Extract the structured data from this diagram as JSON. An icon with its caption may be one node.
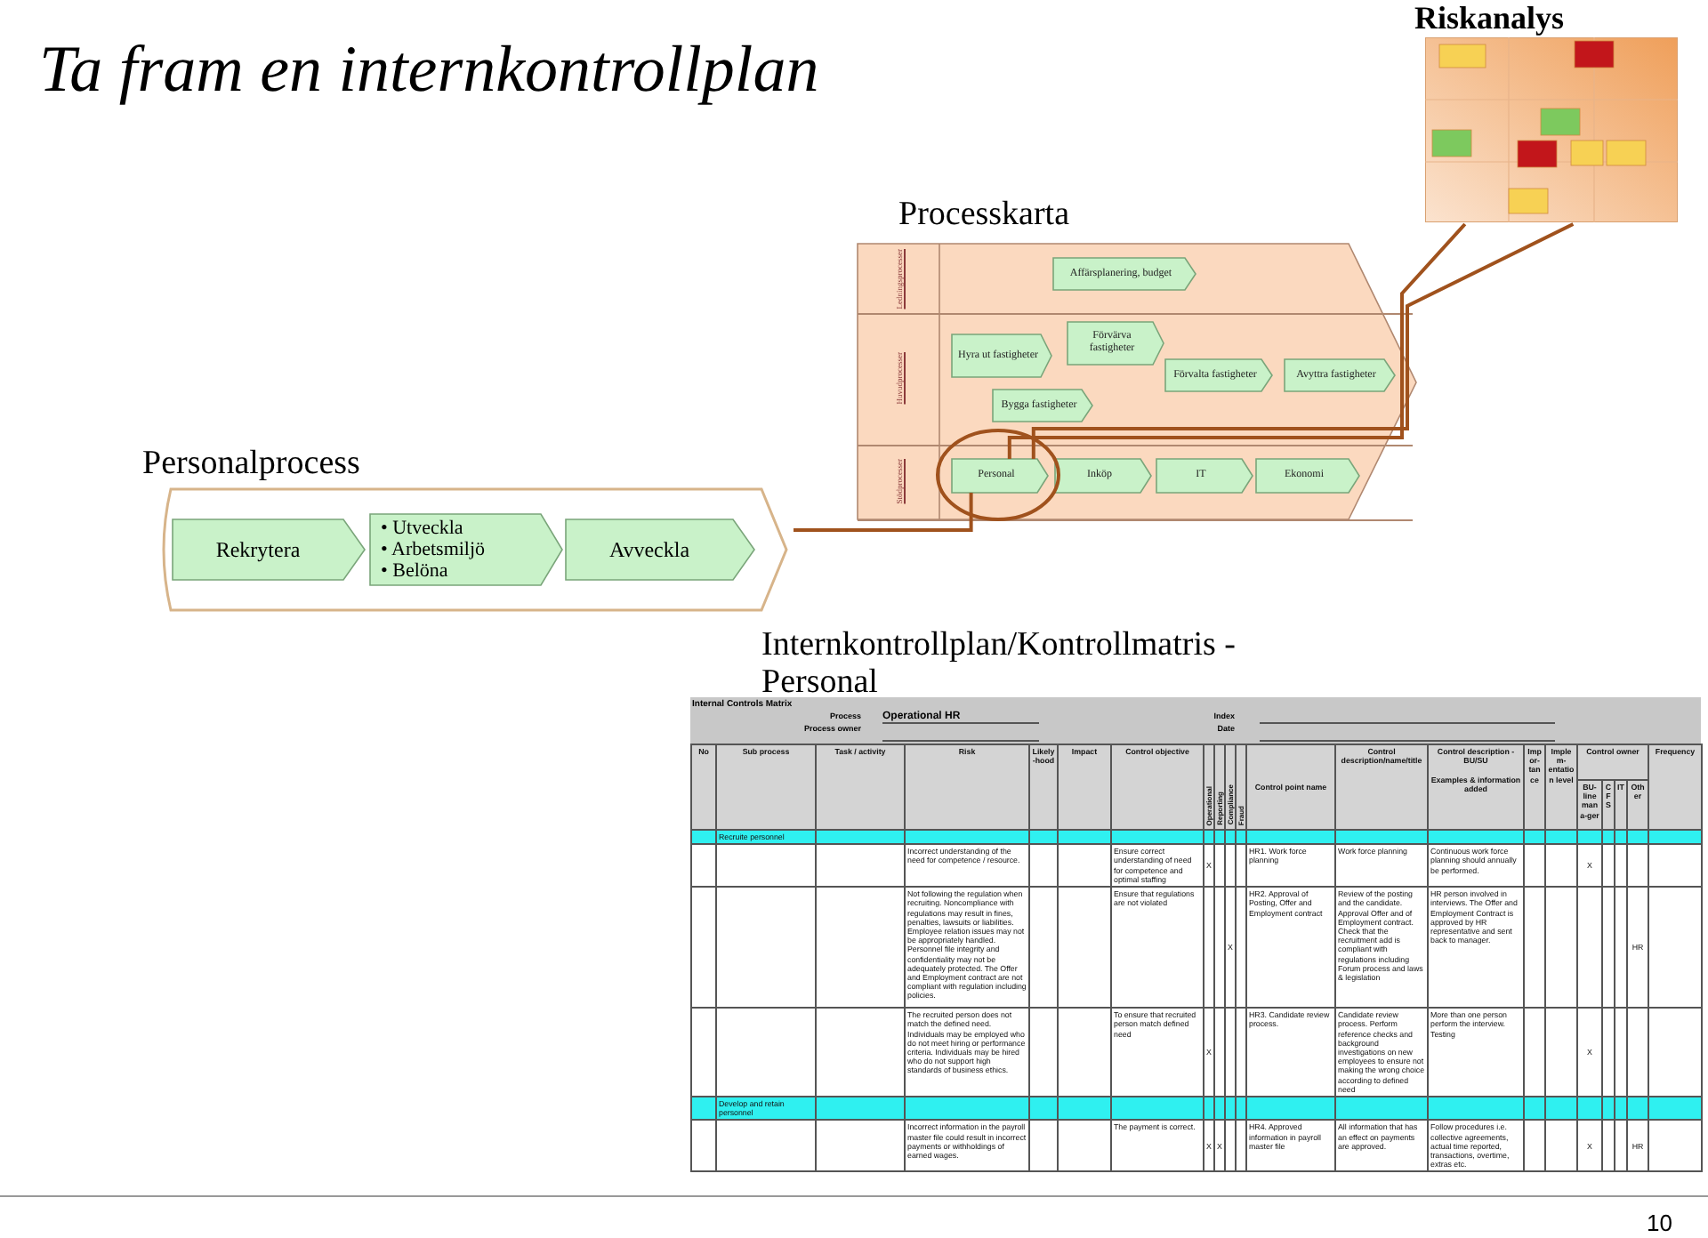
{
  "diagram": {
    "title": "Ta fram en internkontrollplan",
    "nodes": [
      {
        "text": [
          "Riskanalys"
        ]
      },
      {
        "text": [
          "Processkarta"
        ]
      },
      {
        "text": [
          "Ledningsprocesser"
        ],
        "in": 1
      },
      {
        "text": [
          "Affärsplanering, budget"
        ],
        "in": 2
      },
      {
        "text": [
          "Huvudprocesser"
        ],
        "in": 1
      },
      {
        "text": [
          "Hyra ut fastigheter"
        ],
        "in": 4
      },
      {
        "text": [
          "Förvärva fastigheter"
        ],
        "in": 4
      },
      {
        "text": [
          "Bygga fastigheter"
        ],
        "in": 4
      },
      {
        "text": [
          "Förvalta fastigheter"
        ],
        "in": 4
      },
      {
        "text": [
          "Avyttra fastigheter"
        ],
        "in": 4
      },
      {
        "text": [
          "Stödprocesser"
        ],
        "in": 1
      },
      {
        "text": [
          "Personal"
        ],
        "in": 10
      },
      {
        "text": [
          "Inköp"
        ],
        "in": 10
      },
      {
        "text": [
          "IT"
        ],
        "in": 10
      },
      {
        "text": [
          "Ekonomi"
        ],
        "in": 10
      },
      {
        "text": [
          "Personalprocess"
        ]
      },
      {
        "text": [
          "Rekrytera"
        ],
        "in": 15
      },
      {
        "text": [
          "• Utveckla",
          "• Arbetsmiljö",
          "• Belöna"
        ],
        "in": 15
      },
      {
        "text": [
          "Avveckla"
        ],
        "in": 15
      },
      {
        "text": [
          "Internkontrollplan/Kontrollmatris -Personal"
        ]
      }
    ],
    "edges": [
      {
        "from": 11,
        "to": 0,
        "arrow": "none"
      },
      {
        "from": 11,
        "to": 0,
        "arrow": "none"
      },
      {
        "from": 11,
        "to": 15,
        "arrow": "none"
      }
    ],
    "labels": [
      "Internal Controls Matrix",
      "Process",
      "Operational HR",
      "Index",
      "Process owner",
      "Date",
      "No",
      "Sub process",
      "Task / activity",
      "Risk",
      "Likely-hood",
      "Impact",
      "Control objective",
      "Operational",
      "Reporting",
      "Compliance",
      "Fraud",
      "Control point name",
      "Control description/name/title",
      "Control description - BU/SU",
      "Examples & information added",
      "Impor-tance",
      "Implem-entation level",
      "Control owner",
      "Frequency",
      "BU-line mana-ger",
      "CFS",
      "IT",
      "Other",
      "Recruite personnel",
      "Incorrect understanding of the need for competence / resource.",
      "Ensure correct understanding of need for competence and optimal staffing",
      "X",
      "HR1. Work force planning",
      "Work force planning",
      "Continuous work force planning should annually be performed.",
      "X",
      "Not following the regulation when recruiting. Noncompliance with regulations may result in fines, penalties, lawsuits or liabilities. Employee relation issues may not be appropriately handled. Personnel file integrity and confidentiality may not be adequately protected. The Offer and Employment contract are not compliant with regulation including policies.",
      "Ensure that regulations are not violated",
      "X",
      "HR2. Approval of Posting, Offer and Employment contract",
      "Review of the posting and the candidate. Approval Offer and of Employment contract. Check that the recruitment add is compliant with regulations including Forum process and laws & legislation",
      "HR person involved in interviews. The Offer and Employment Contract is approved by HR representative and sent back to manager.",
      "HR",
      "The recruited person does not match the defined need. Individuals may be employed who do not meet hiring or performance criteria. Individuals may be hired who do not support high standards of business ethics.",
      "To ensure that recruited person match defined need",
      "X",
      "HR3. Candidate review process.",
      "Candidate review process. Perform reference checks and background investigations on new employees to ensure not making the wrong choice according to defined need",
      "More than one person perform the interview. Testing",
      "X",
      "Develop and retain personnel",
      "Incorrect information in the payroll master file could result in incorrect payments or withholdings of earned wages.",
      "The payment is correct.",
      "X",
      "X",
      "HR4. Approved information in payroll master file",
      "All information that has an effect on payments are approved.",
      "Follow procedures i.e. collective agreements, actual time reported, transactions, overtime, extras etc.",
      "X",
      "HR",
      "10"
    ]
  }
}
